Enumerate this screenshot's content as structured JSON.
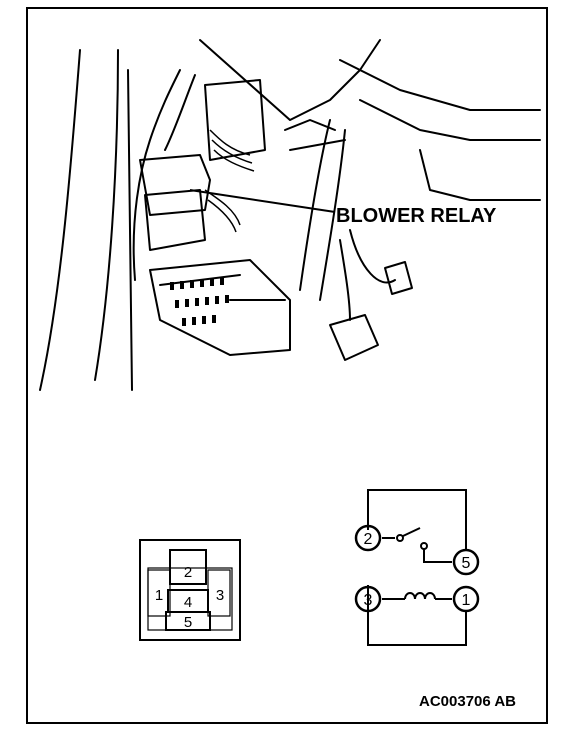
{
  "labels": {
    "callout": "BLOWER RELAY",
    "figure_code": "AC003706 AB"
  },
  "connector": {
    "pins": [
      "2",
      "1",
      "4",
      "3",
      "5"
    ]
  },
  "schematic": {
    "terminals": [
      "2",
      "5",
      "3",
      "1"
    ]
  },
  "colors": {
    "line": "#000000",
    "background": "#ffffff"
  }
}
